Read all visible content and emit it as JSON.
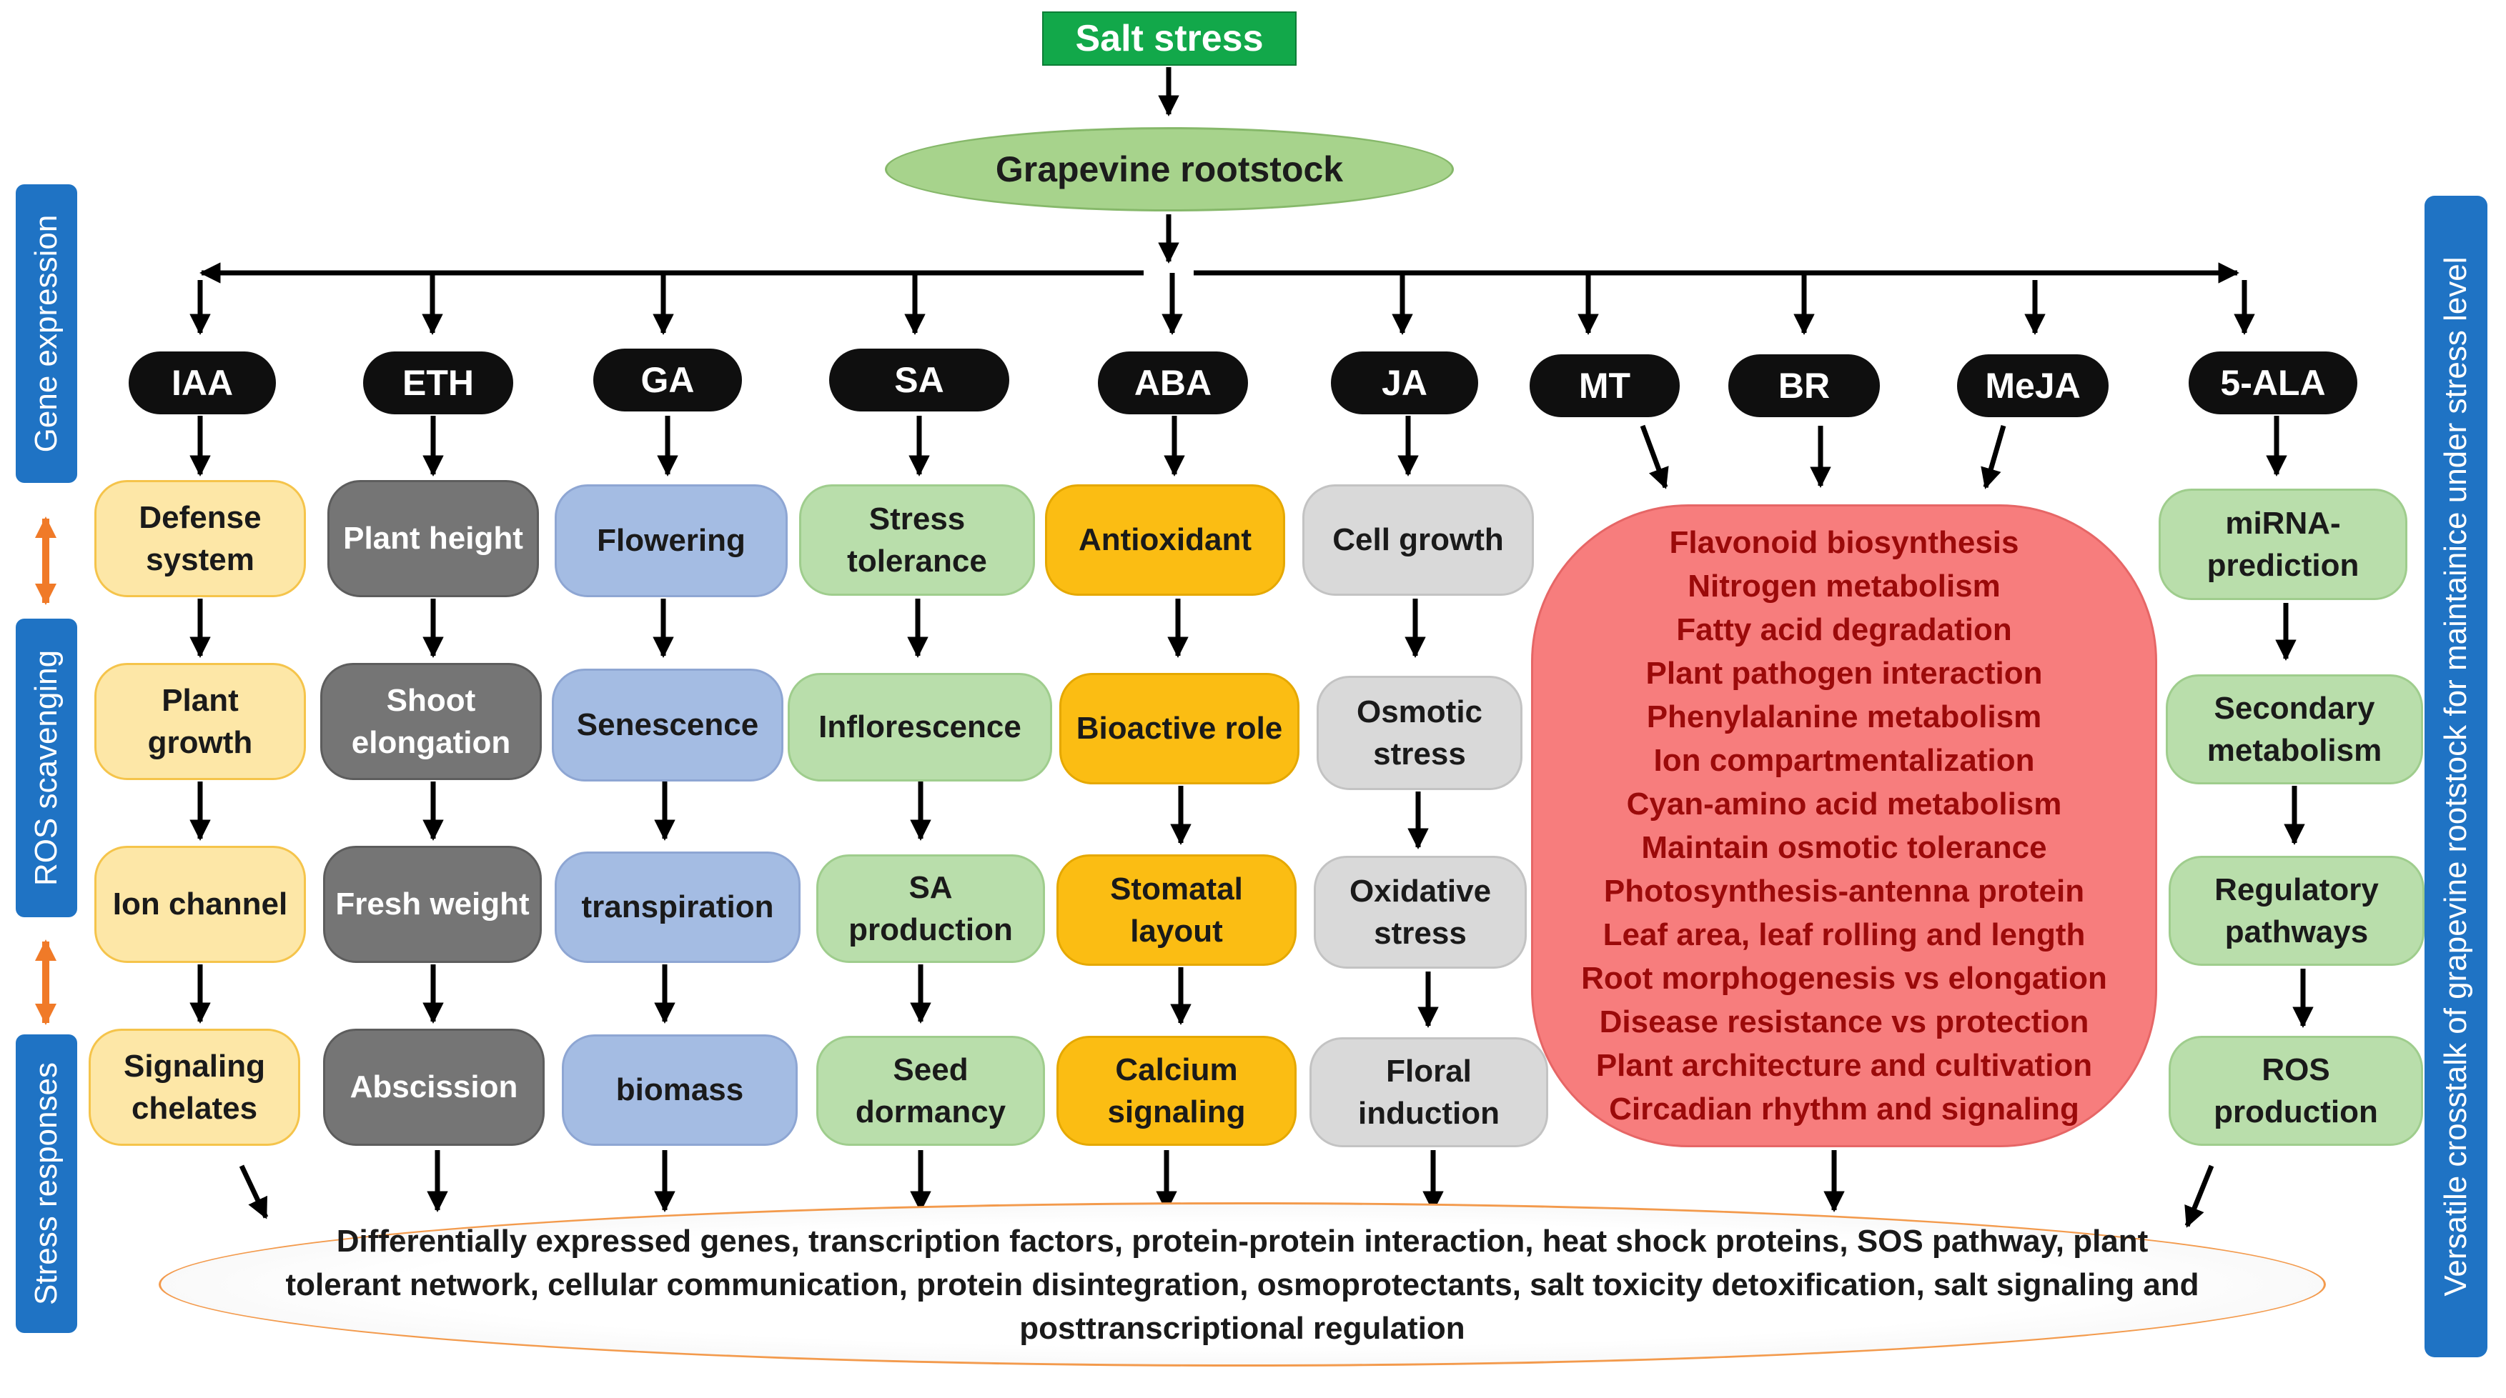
{
  "header": {
    "stress": "Salt stress",
    "rootstock": "Grapevine rootstock"
  },
  "side_labels": {
    "gene_expression": "Gene expression",
    "ros_scavenging": "ROS scavenging",
    "stress_responses": "Stress responses",
    "right": "Versatile crosstalk of grapevine rootstock for maintainice under stress level"
  },
  "hormones": [
    "IAA",
    "ETH",
    "GA",
    "SA",
    "ABA",
    "JA",
    "MT",
    "BR",
    "MeJA",
    "5-ALA"
  ],
  "columns": {
    "iaa": [
      "Defense system",
      "Plant growth",
      "Ion channel",
      "Signaling chelates"
    ],
    "eth": [
      "Plant height",
      "Shoot elongation",
      "Fresh weight",
      "Abscission"
    ],
    "ga": [
      "Flowering",
      "Senescence",
      "transpiration",
      "biomass"
    ],
    "sa": [
      "Stress tolerance",
      "Inflorescence",
      "SA production",
      "Seed dormancy"
    ],
    "aba": [
      "Antioxidant",
      "Bioactive role",
      "Stomatal layout",
      "Calcium signaling"
    ],
    "ja": [
      "Cell growth",
      "Osmotic stress",
      "Oxidative stress",
      "Floral induction"
    ],
    "ala": [
      "miRNA-prediction",
      "Secondary metabolism",
      "Regulatory pathways",
      "ROS production"
    ]
  },
  "shared_functions": [
    "Flavonoid biosynthesis",
    "Nitrogen metabolism",
    "Fatty acid degradation",
    "Plant pathogen interaction",
    "Phenylalanine metabolism",
    "Ion compartmentalization",
    "Cyan-amino acid metabolism",
    "Maintain osmotic tolerance",
    "Photosynthesis-antenna protein",
    "Leaf area, leaf rolling and length",
    "Root morphogenesis vs elongation",
    "Disease resistance vs protection",
    "Plant architecture and cultivation",
    "Circadian rhythm and signaling"
  ],
  "outcome": "Differentially expressed genes, transcription factors, protein-protein interaction, heat shock proteins, SOS pathway, plant tolerant network, cellular communication, protein disintegration, osmoprotectants, salt toxicity detoxification, salt signaling and posttranscriptional regulation",
  "colors": {
    "header_green": "#12a84a",
    "rootstock_green": "#a7d38c",
    "hormone_black": "#0f0f0f",
    "iaa_yellow": "#fde7a7",
    "eth_grey": "#757575",
    "ga_blue": "#a4bce3",
    "sa_green": "#b9deab",
    "aba_orange": "#fbbd13",
    "ja_grey": "#d9d9d9",
    "shared_red": "#f77d7d",
    "shared_text": "#9b0a0a",
    "label_blue": "#1f73c4",
    "double_arrow_orange": "#f07a28"
  }
}
